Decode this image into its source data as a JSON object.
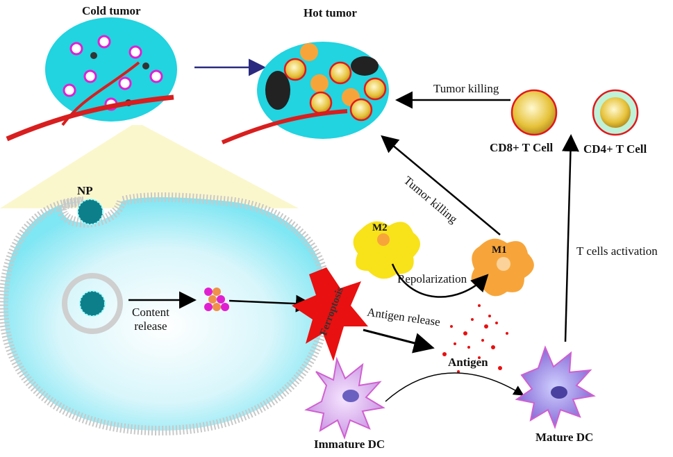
{
  "labels": {
    "cold_tumor": "Cold tumor",
    "hot_tumor": "Hot tumor",
    "tumor_killing_1": "Tumor killing",
    "tumor_killing_2": "Tumor killing",
    "cd8": "CD8+ T Cell",
    "cd4": "CD4+ T Cell",
    "np": "NP",
    "m2": "M2",
    "m1": "M1",
    "repolarization": "Repolarization",
    "content_release": "Content\nrelease",
    "ferroptosis": "Ferroptosis",
    "antigen_release": "Antigen release",
    "antigen": "Antigen",
    "t_cells_activation": "T cells activation",
    "immature_dc": "Immature DC",
    "mature_dc": "Mature DC"
  },
  "colors": {
    "tumor_cell": "#22d3e0",
    "nucleus": "#e020d0",
    "vessel": "#d81e1e",
    "tcell": "#f2d23a",
    "macrophage": "#f7a53a",
    "m2": "#f8e21a",
    "dc": "#c58ce0",
    "ferroptosis": "#e81010"
  }
}
